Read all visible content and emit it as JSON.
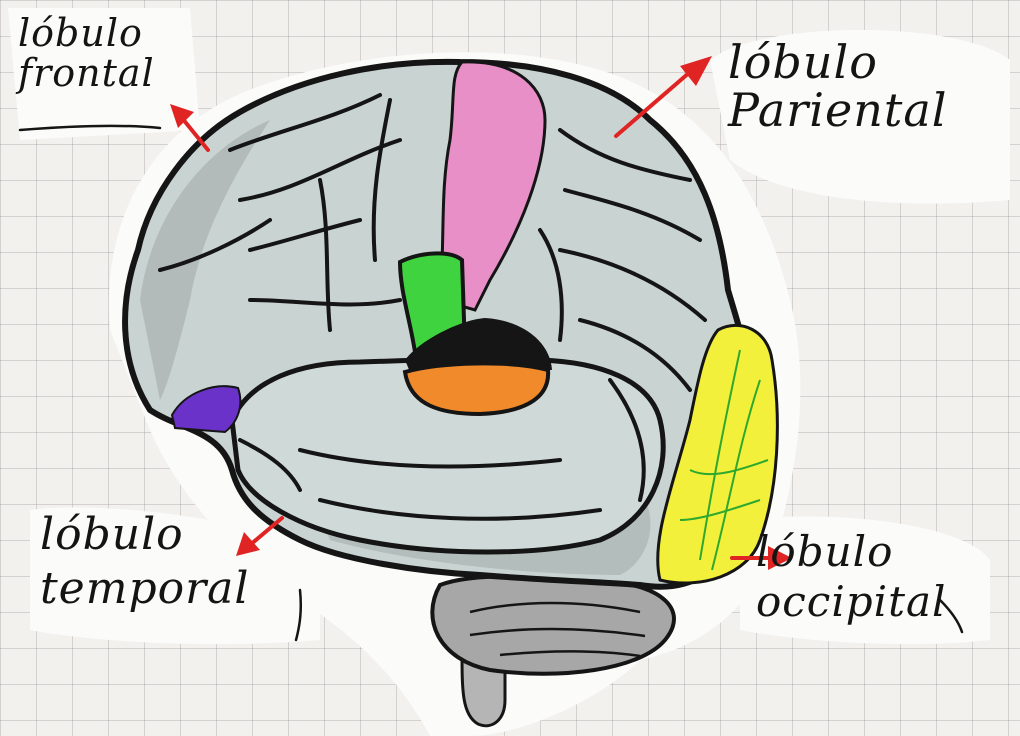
{
  "labels": {
    "frontal": {
      "line1": "lóbulo",
      "line2": "frontal"
    },
    "parietal": {
      "line1": "lóbulo",
      "line2": "Pariental"
    },
    "temporal": {
      "line1": "lóbulo",
      "line2": "temporal"
    },
    "occipital": {
      "line1": "lóbulo",
      "line2": "occipital"
    }
  },
  "colors": {
    "brain_fill": "#c9d4d2",
    "brain_shade": "#9ea5a4",
    "outline": "#151515",
    "arrow": "#e02424",
    "pink_region": "#e98fc8",
    "green_region": "#3fd43f",
    "orange_region": "#f08a2a",
    "purple_region": "#6a32c8",
    "yellow_region": "#f2f03a",
    "cerebellum": "#a7a7a7"
  }
}
